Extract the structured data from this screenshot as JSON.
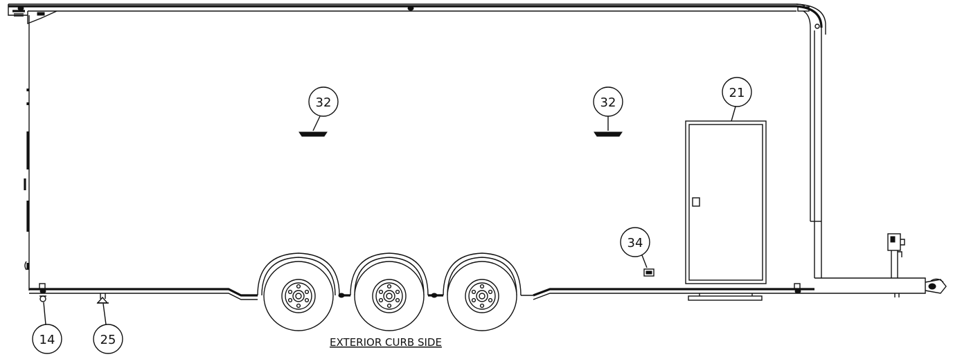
{
  "drawing": {
    "caption": "EXTERIOR CURB SIDE",
    "callouts": [
      {
        "id": "c32a",
        "label": "32"
      },
      {
        "id": "c32b",
        "label": "32"
      },
      {
        "id": "c21",
        "label": "21"
      },
      {
        "id": "c34",
        "label": "34"
      },
      {
        "id": "c14",
        "label": "14"
      },
      {
        "id": "c25",
        "label": "25"
      }
    ]
  }
}
